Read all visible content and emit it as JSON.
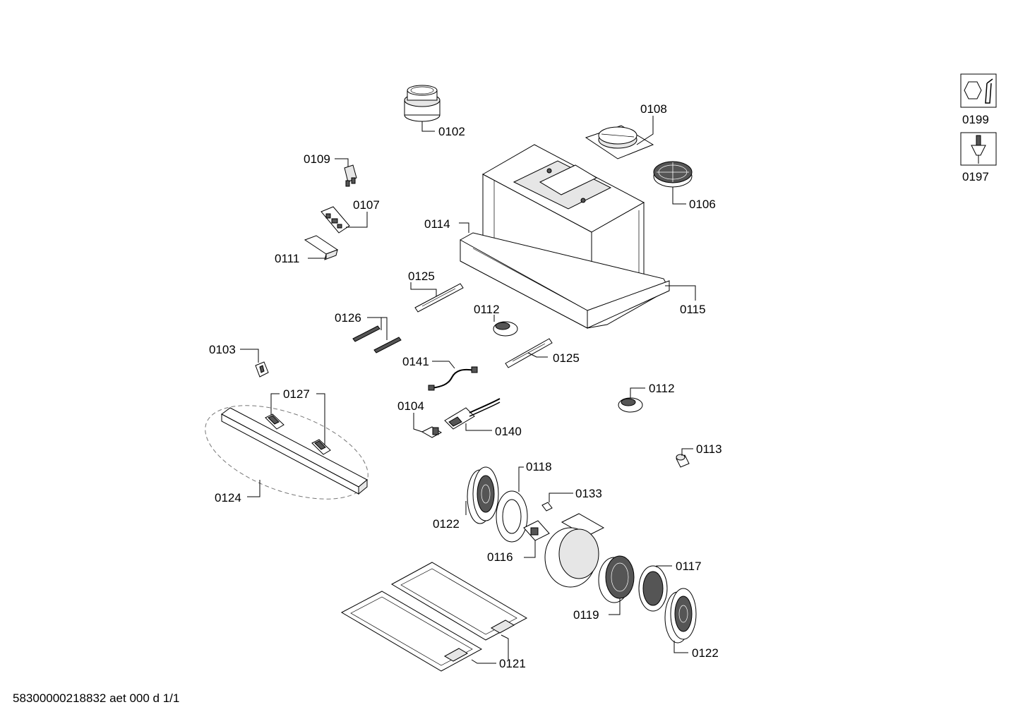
{
  "parts": {
    "p0102": "0102",
    "p0108": "0108",
    "p0109": "0109",
    "p0107": "0107",
    "p0114": "0114",
    "p0106": "0106",
    "p0111": "0111",
    "p0125a": "0125",
    "p0115": "0115",
    "p0126": "0126",
    "p0112a": "0112",
    "p0103": "0103",
    "p0141": "0141",
    "p0125b": "0125",
    "p0127": "0127",
    "p0112b": "0112",
    "p0104": "0104",
    "p0140": "0140",
    "p0113": "0113",
    "p0118": "0118",
    "p0133": "0133",
    "p0124": "0124",
    "p0122a": "0122",
    "p0116": "0116",
    "p0117": "0117",
    "p0119": "0119",
    "p0121": "0121",
    "p0122b": "0122"
  },
  "legend": {
    "tools": "0199",
    "screwdriver": "0197"
  },
  "footer": "58300000218832 aet 000 d 1/1"
}
